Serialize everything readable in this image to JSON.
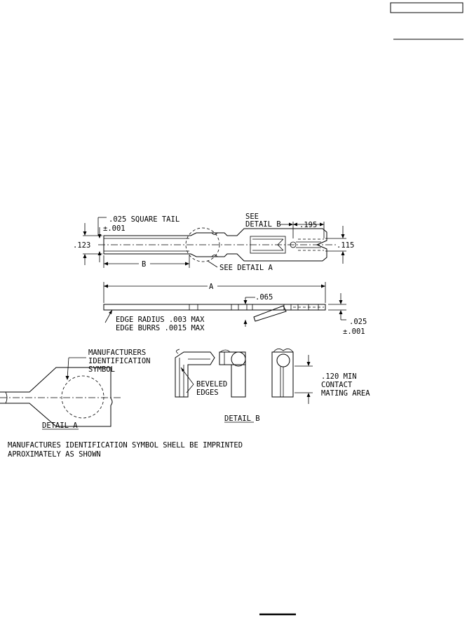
{
  "main_view": {
    "tail_dim": ".025 SQUARE TAIL",
    "tail_tol": "±.001",
    "height_left": ".123",
    "see_detail_b_1": "SEE",
    "see_detail_b_2": "DETAIL B",
    "dim_195": ".195",
    "dim_115": ".115",
    "dim_b": "B",
    "see_detail_a": "SEE DETAIL A"
  },
  "side_view": {
    "dim_a": "A",
    "dim_065": ".065",
    "edge_radius": "EDGE RADIUS .003 MAX",
    "edge_burrs": "EDGE BURRS .0015 MAX",
    "dim_025": ".025",
    "tol_001": "±.001"
  },
  "detail_a": {
    "label_1": "MANUFACTURERS",
    "label_2": "IDENTIFICATION",
    "label_3": "SYMBOL",
    "title": "DETAIL A"
  },
  "detail_b": {
    "beveled_1": "BEVELED",
    "beveled_2": "EDGES",
    "dim_120": ".120 MIN",
    "contact_1": "CONTACT",
    "contact_2": "MATING AREA",
    "title": "DETAIL B"
  },
  "note": {
    "line_1": "MANUFACTURES IDENTIFICATION SYMBOL SHELL BE IMPRINTED",
    "line_2": "APROXIMATELY AS SHOWN"
  }
}
